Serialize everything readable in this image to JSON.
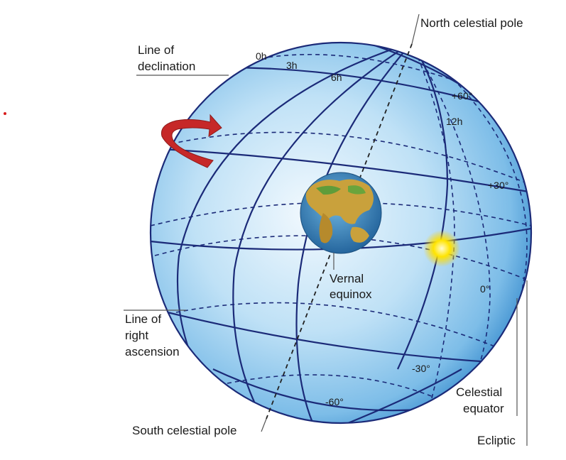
{
  "labels": {
    "north_pole": "North celestial pole",
    "south_pole": "South celestial pole",
    "line_of_declination": [
      "Line of",
      "declination"
    ],
    "line_of_right_ascension": [
      "Line of",
      "right",
      "ascension"
    ],
    "vernal_equinox": [
      "Vernal",
      "equinox"
    ],
    "celestial_equator": [
      "Celestial",
      "equator"
    ],
    "ecliptic": "Ecliptic"
  },
  "hour_labels": [
    "0h",
    "3h",
    "6h",
    "12h"
  ],
  "declination_labels": [
    "+60°",
    "+30°",
    "0°",
    "-30°",
    "-60°"
  ],
  "colors": {
    "sphere_light": "#e8f4fc",
    "sphere_mid": "#9ccfee",
    "sphere_edge": "#3d93d2",
    "grid_lines": "#1b2a78",
    "arrow": "#c0282a",
    "sun": "#ffd400",
    "earth_ocean": "#3a8fc2",
    "earth_land": "#c9a13c"
  },
  "icons": [
    "rotation-arrow-icon",
    "earth-icon",
    "sun-icon"
  ]
}
